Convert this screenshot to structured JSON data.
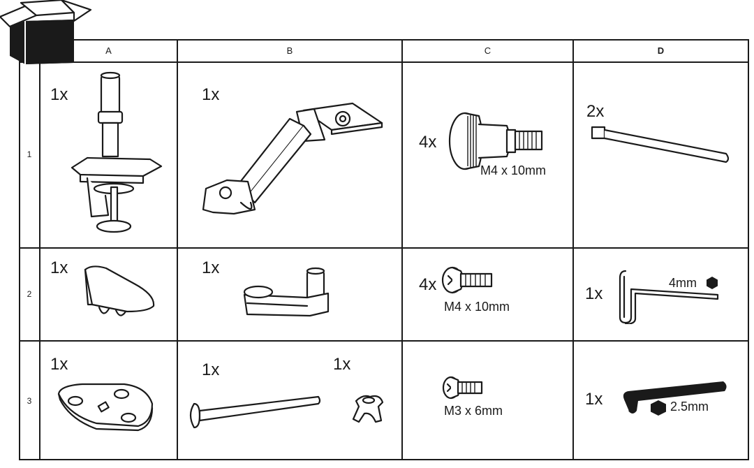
{
  "columns": [
    "A",
    "B",
    "C",
    "D"
  ],
  "rows": [
    "1",
    "2",
    "3"
  ],
  "cells": {
    "a1": {
      "qty": "1x"
    },
    "b1": {
      "qty": "1x"
    },
    "c1": {
      "qty": "4x",
      "spec": "M4 x 10mm"
    },
    "d1": {
      "qty": "2x"
    },
    "a2": {
      "qty": "1x"
    },
    "b2": {
      "qty": "1x"
    },
    "c2": {
      "qty": "4x",
      "spec": "M4 x 10mm"
    },
    "d2": {
      "qty": "1x",
      "spec": "4mm"
    },
    "a3": {
      "qty": "1x"
    },
    "b3": {
      "qty": "1x",
      "qty2": "1x"
    },
    "c3": {
      "spec": "M3 x 6mm"
    },
    "d3": {
      "qty": "1x",
      "spec": "2.5mm"
    }
  },
  "icons": {
    "a1": "desk-clamp-pole-icon",
    "b1": "monitor-arm-icon",
    "c1": "thumb-screw-icon",
    "d1": "cable-tie-icon",
    "a2": "cable-cover-icon",
    "b2": "extension-arm-icon",
    "c2": "phillips-screw-icon",
    "d2": "allen-key-t-handle-icon",
    "a3": "base-plate-icon",
    "b3a": "bolt-icon",
    "b3b": "wing-nut-icon",
    "c3": "small-phillips-screw-icon",
    "d3": "allen-key-l-icon"
  }
}
